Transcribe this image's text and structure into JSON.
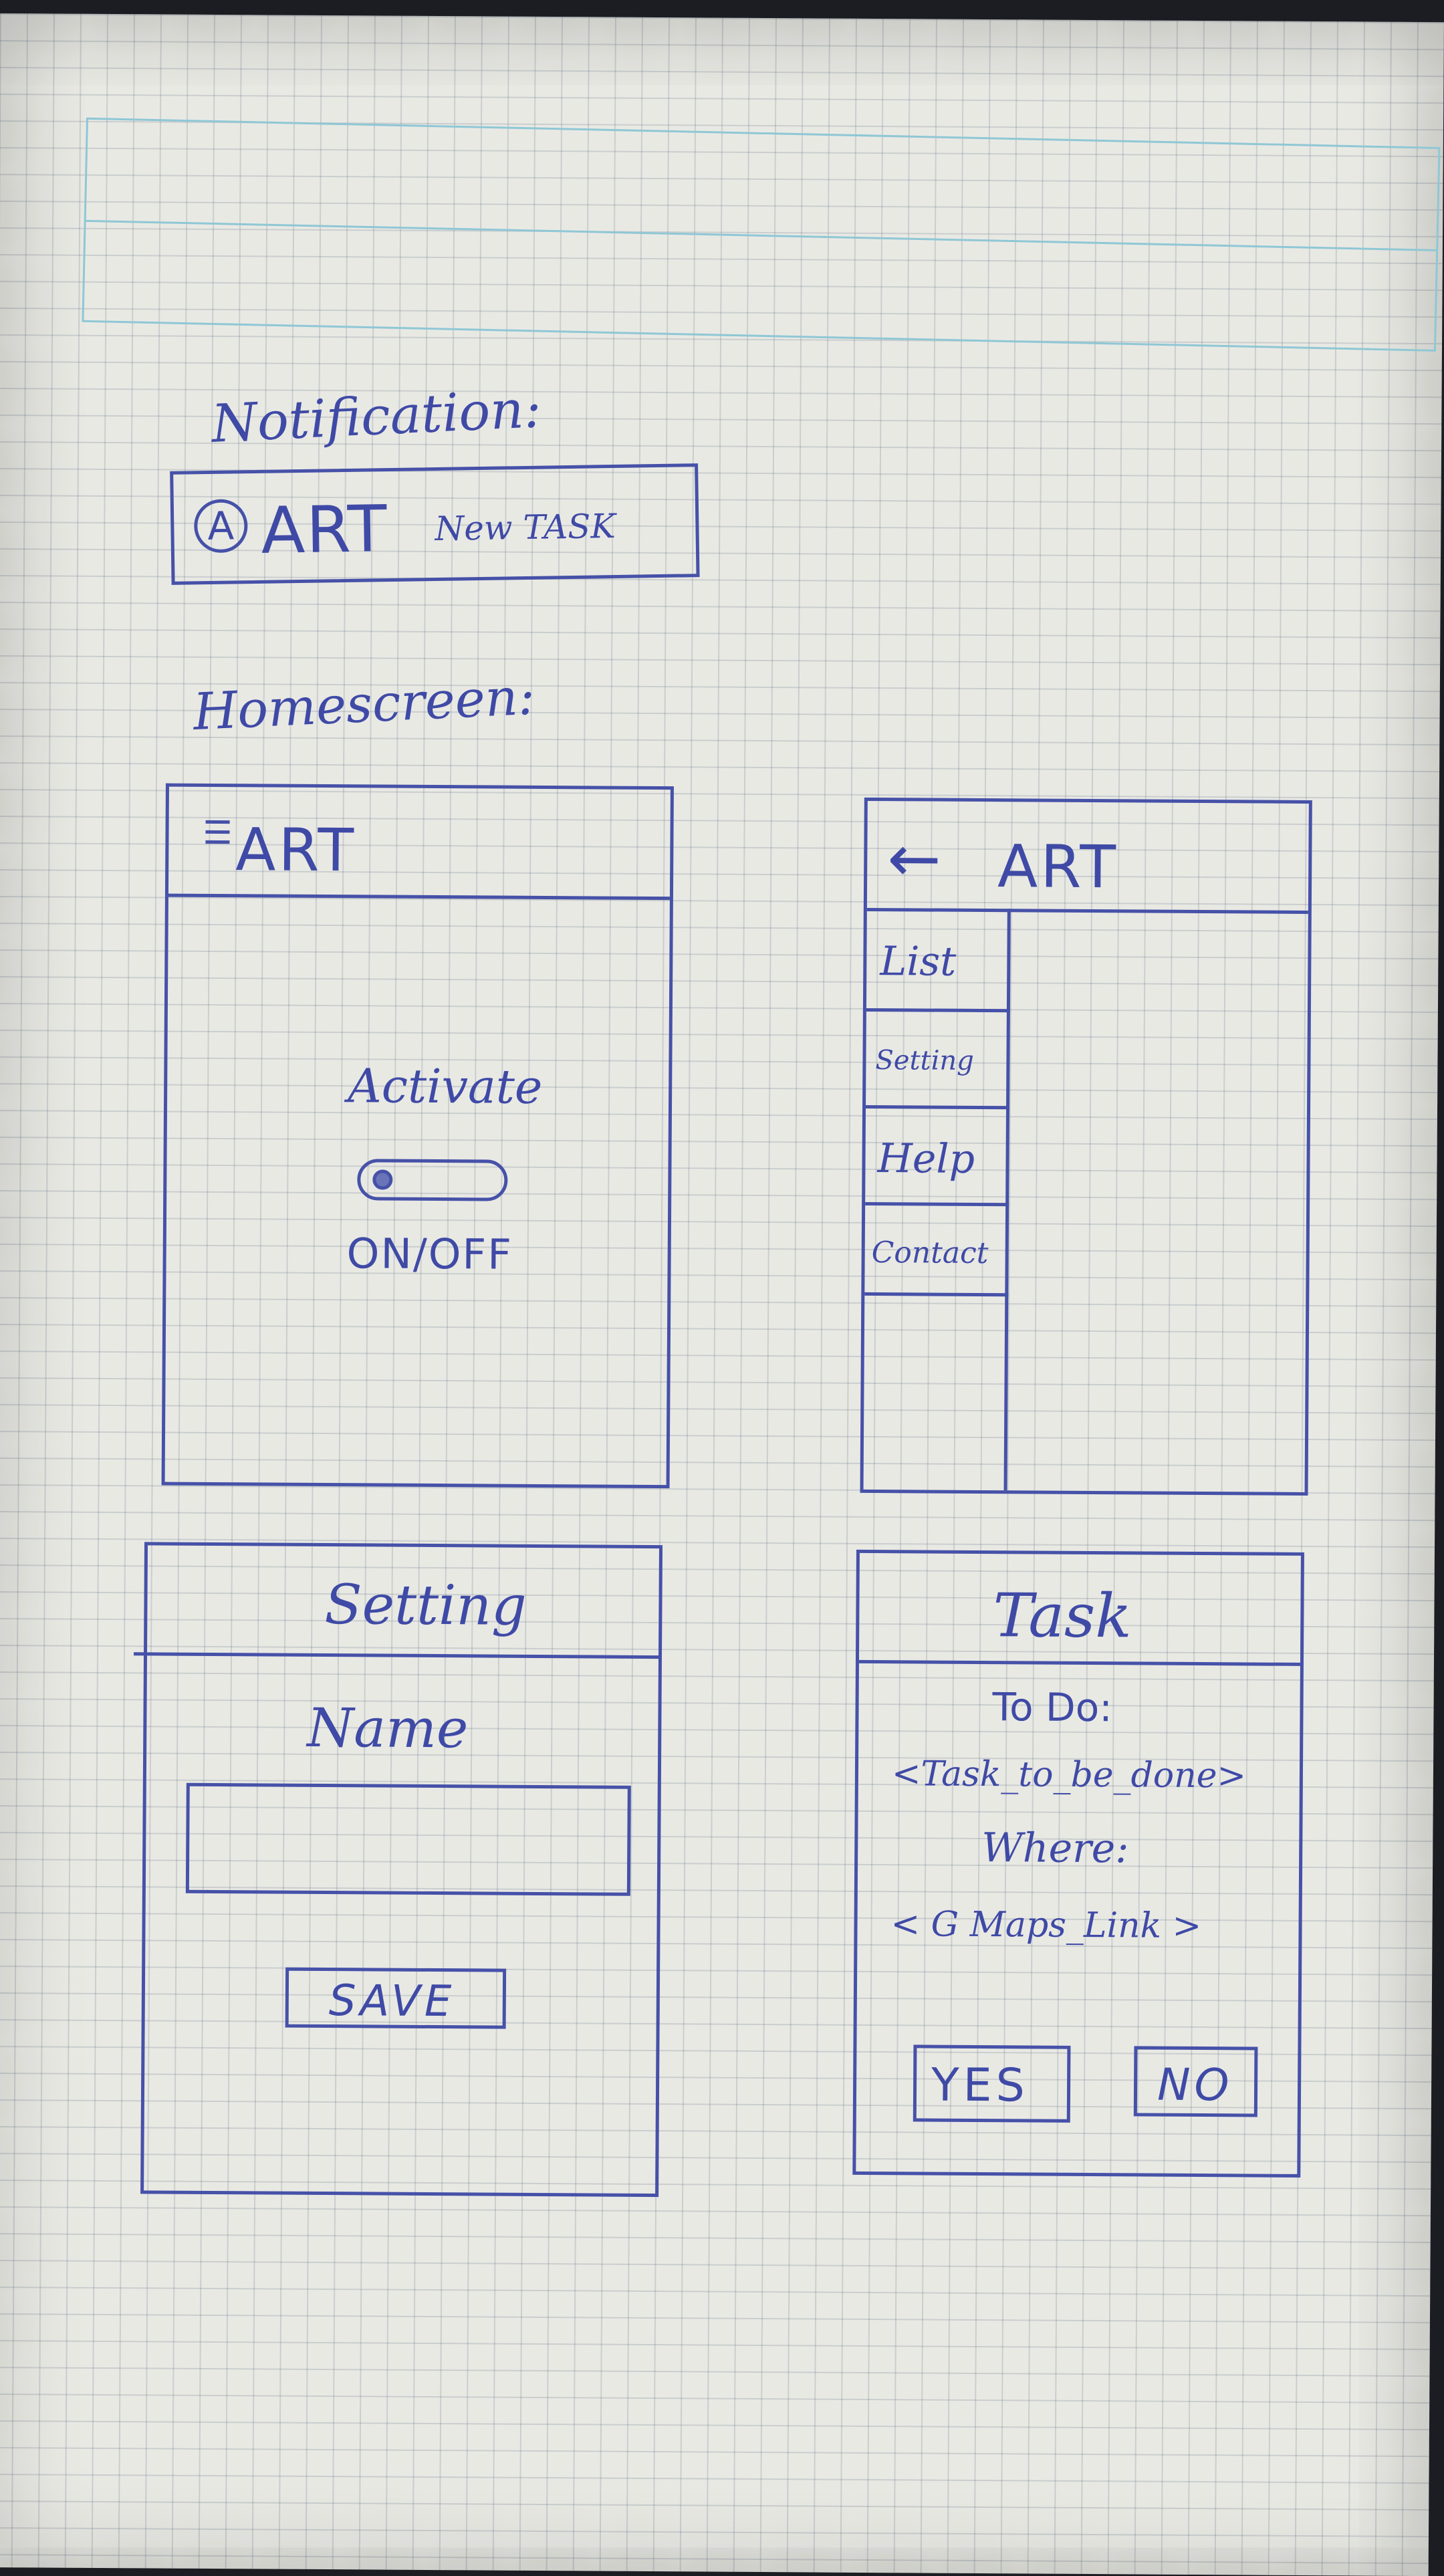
{
  "sections": {
    "notification_label": "Notification:",
    "homescreen_label": "Homescreen:"
  },
  "notification": {
    "app_name": "ART",
    "icon_letter": "A",
    "message": "New TASK"
  },
  "home": {
    "title": "ART",
    "activate_label": "Activate",
    "toggle_label": "ON/OFF"
  },
  "menu_screen": {
    "title": "ART",
    "items": [
      {
        "label": "List"
      },
      {
        "label": "Setting"
      },
      {
        "label": "Help"
      },
      {
        "label": "Contact"
      }
    ]
  },
  "settings": {
    "title": "Setting",
    "name_label": "Name",
    "name_value": "",
    "save_label": "SAVE"
  },
  "task": {
    "title": "Task",
    "todo_label": "To Do:",
    "todo_value": "<Task_to_be_done>",
    "where_label": "Where:",
    "where_value": "< G Maps_Link >",
    "yes_label": "YES",
    "no_label": "NO"
  },
  "icons": {
    "menu": "hamburger-icon",
    "back": "back-arrow-icon",
    "app": "circled-a-icon"
  }
}
